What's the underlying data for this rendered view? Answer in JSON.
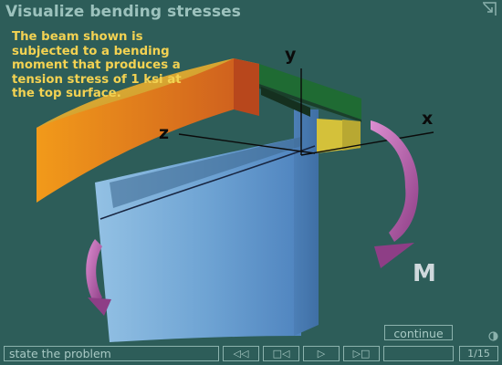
{
  "header": {
    "title": "Visualize bending stresses"
  },
  "intro_text": "The beam shown is subjected to a bending moment that produces a tension stress of 1 ksi at the top surface.",
  "axes": {
    "x": "x",
    "y": "y",
    "z": "z"
  },
  "moment_label": "M",
  "continue_label": "continue",
  "footer": {
    "step_text": "state the problem",
    "nav_buttons": [
      "◁◁",
      "□◁",
      "▷",
      "▷□"
    ],
    "page_current": "1",
    "page_total": "/15"
  },
  "colors": {
    "background": "#2d5d59",
    "title": "#9cc2bd",
    "intro_text": "#f3d252",
    "beam_top": "#d6a72b",
    "beam_front": "#e8901e",
    "beam_green": "#1f6b33",
    "beam_body": "#6f9fd0",
    "moment_arrow": "#c05fb0"
  }
}
